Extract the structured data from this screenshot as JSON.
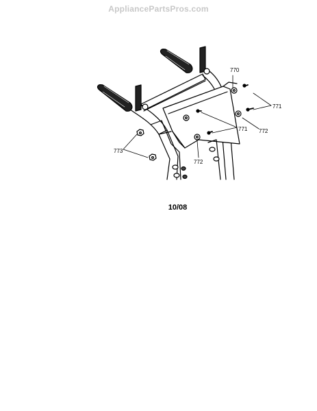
{
  "watermark": "AppliancePartsPros.com",
  "callouts": {
    "p770": "770",
    "p771a": "771",
    "p771b": "771",
    "p772a": "772",
    "p772b": "772",
    "p773": "773"
  },
  "revision_date": "10/08"
}
